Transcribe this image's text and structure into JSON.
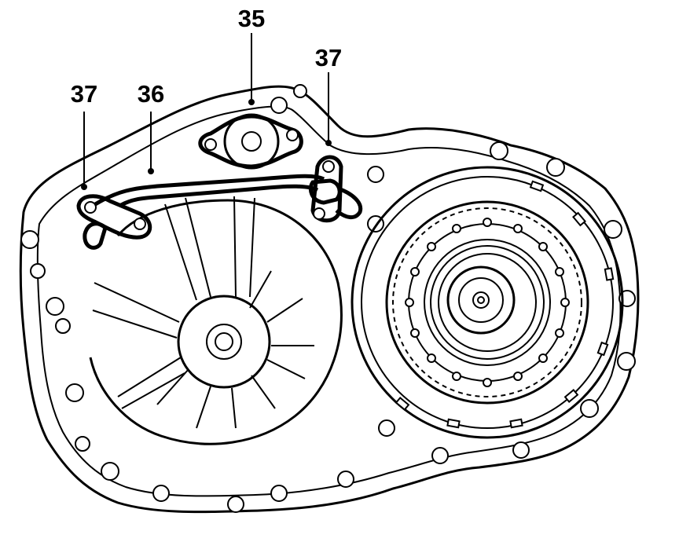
{
  "diagram": {
    "callouts": [
      {
        "id": "37a",
        "label": "37"
      },
      {
        "id": "36",
        "label": "36"
      },
      {
        "id": "35",
        "label": "35"
      },
      {
        "id": "37b",
        "label": "37"
      }
    ]
  }
}
